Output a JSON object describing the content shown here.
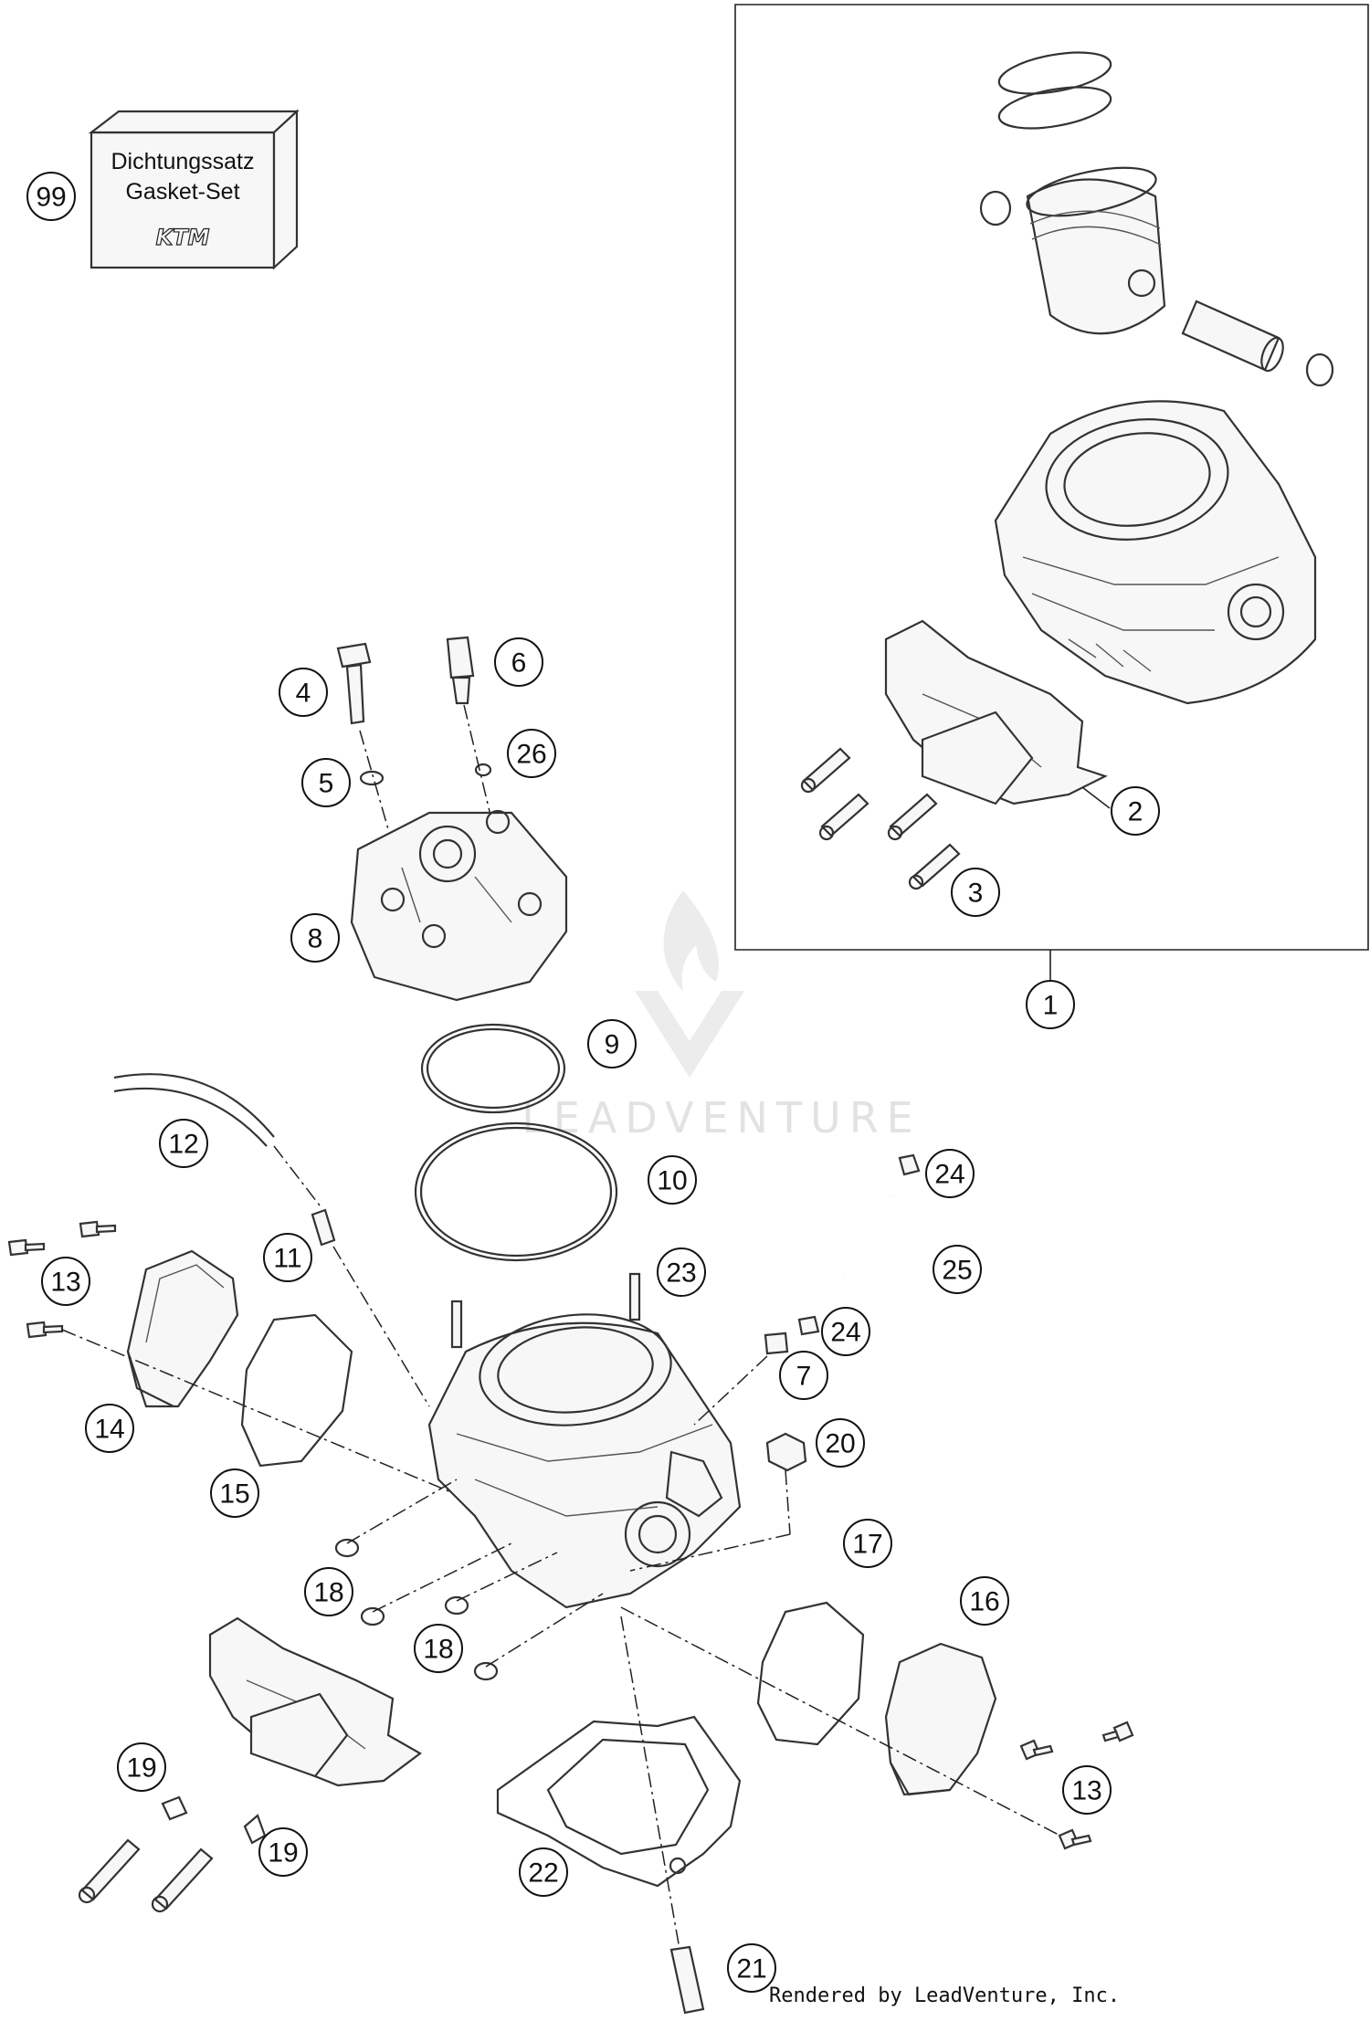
{
  "gasket_set": {
    "label_line1": "Dichtungssatz",
    "label_line2": "Gasket-Set",
    "brand": "KTM"
  },
  "callouts": [
    "99",
    "1",
    "2",
    "3",
    "4",
    "5",
    "6",
    "26",
    "8",
    "9",
    "10",
    "12",
    "11",
    "13",
    "14",
    "15",
    "23",
    "24",
    "25",
    "7",
    "20",
    "18",
    "17",
    "16",
    "19",
    "22",
    "21"
  ],
  "watermark": "LEADVENTURE",
  "credit": "Rendered by LeadVenture, Inc."
}
